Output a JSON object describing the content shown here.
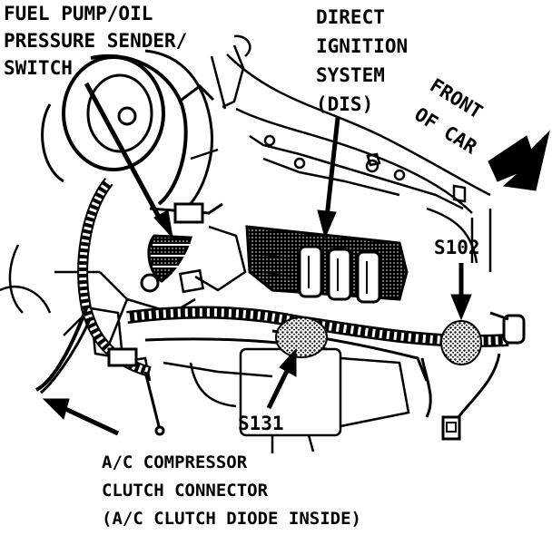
{
  "labels": {
    "fuel_pump_line1": "FUEL PUMP/OIL",
    "fuel_pump_line2": "PRESSURE SENDER/",
    "fuel_pump_line3": "SWITCH",
    "dis_line1": "DIRECT",
    "dis_line2": "IGNITION",
    "dis_line3": "SYSTEM",
    "dis_line4": "(DIS)",
    "front_line1": "FRONT",
    "front_line2": "OF CAR",
    "s102": "S102",
    "s131": "S131",
    "ac_line1": "A/C COMPRESSOR",
    "ac_line2": "CLUTCH CONNECTOR",
    "ac_line3": "(A/C CLUTCH DIODE INSIDE)"
  },
  "colors": {
    "ink": "#000000",
    "paper": "#ffffff"
  }
}
